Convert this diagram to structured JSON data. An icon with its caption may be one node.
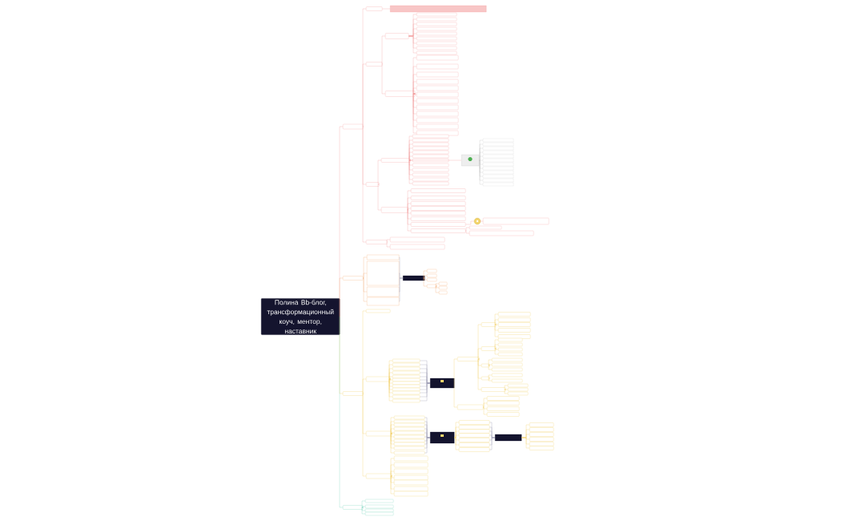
{
  "diagram": {
    "nodes": [
      {
        "text": [
          "Полина Bb-блог, трансформационный коуч, ментор, наставник"
        ]
      },
      {
        "text": [],
        "shape": "box"
      },
      {
        "text": [],
        "shape": "box"
      },
      {
        "text": [],
        "shape": "box"
      },
      {
        "text": [],
        "shape": "box"
      },
      {
        "text": [],
        "shape": "box"
      },
      {
        "text": [],
        "shape": "box"
      },
      {
        "text": [],
        "shape": "box"
      },
      {
        "text": [],
        "shape": "box"
      },
      {
        "text": [],
        "shape": "box"
      },
      {
        "text": [],
        "shape": "box"
      },
      {
        "text": [],
        "shape": "box"
      },
      {
        "text": [],
        "shape": "box"
      },
      {
        "text": [],
        "shape": "box"
      },
      {
        "text": [],
        "shape": "box"
      },
      {
        "text": [],
        "shape": "box"
      },
      {
        "text": [],
        "shape": "box"
      },
      {
        "text": [],
        "shape": "box"
      },
      {
        "text": [],
        "shape": "box"
      },
      {
        "text": [],
        "shape": "box"
      },
      {
        "text": [],
        "shape": "box"
      },
      {
        "text": [],
        "shape": "box"
      },
      {
        "text": [],
        "shape": "box"
      },
      {
        "text": [],
        "shape": "box"
      },
      {
        "text": [],
        "shape": "box"
      },
      {
        "text": [],
        "shape": "box"
      },
      {
        "text": [],
        "shape": "box"
      },
      {
        "text": [],
        "shape": "box"
      },
      {
        "text": [],
        "shape": "box"
      },
      {
        "text": [],
        "shape": "box"
      },
      {
        "text": [],
        "shape": "box"
      },
      {
        "text": [],
        "shape": "box"
      },
      {
        "text": [],
        "shape": "box"
      },
      {
        "text": [],
        "shape": "box"
      },
      {
        "text": [],
        "shape": "box"
      },
      {
        "text": [],
        "shape": "box"
      },
      {
        "text": [],
        "shape": "box"
      },
      {
        "text": [],
        "shape": "box"
      },
      {
        "text": [],
        "shape": "box"
      },
      {
        "text": [],
        "shape": "box"
      },
      {
        "text": [],
        "shape": "box"
      },
      {
        "text": [],
        "shape": "box"
      },
      {
        "text": [],
        "shape": "picture"
      },
      {
        "text": [],
        "shape": "box"
      },
      {
        "text": [],
        "shape": "box"
      },
      {
        "text": [],
        "shape": "box"
      },
      {
        "text": [],
        "shape": "box"
      },
      {
        "text": [],
        "shape": "box"
      },
      {
        "text": [],
        "shape": "box"
      },
      {
        "text": [],
        "shape": "box"
      },
      {
        "text": [],
        "shape": "box"
      },
      {
        "text": [],
        "shape": "box"
      },
      {
        "text": [],
        "shape": "box"
      },
      {
        "text": [],
        "shape": "box"
      },
      {
        "text": [],
        "shape": "box"
      },
      {
        "text": [],
        "shape": "box"
      },
      {
        "text": [],
        "shape": "box"
      },
      {
        "text": [],
        "shape": "box"
      },
      {
        "text": [],
        "shape": "box"
      },
      {
        "text": [],
        "shape": "box"
      },
      {
        "text": [],
        "shape": "box"
      },
      {
        "text": [],
        "shape": "box"
      },
      {
        "text": [],
        "shape": "box"
      },
      {
        "text": [],
        "shape": "box"
      },
      {
        "text": [],
        "shape": "picture"
      },
      {
        "text": [],
        "shape": "box"
      },
      {
        "text": [],
        "shape": "box"
      },
      {
        "text": [],
        "shape": "box"
      },
      {
        "text": [],
        "shape": "box"
      },
      {
        "text": [],
        "shape": "box"
      },
      {
        "text": [],
        "shape": "box"
      },
      {
        "text": [],
        "shape": "box"
      },
      {
        "text": [],
        "shape": "box"
      },
      {
        "text": [],
        "shape": "box"
      },
      {
        "text": [],
        "shape": "box"
      },
      {
        "text": [],
        "shape": "box"
      },
      {
        "text": [],
        "shape": "box"
      },
      {
        "text": [],
        "shape": "box"
      },
      {
        "text": [],
        "shape": "box"
      },
      {
        "text": [],
        "shape": "box"
      },
      {
        "text": [],
        "shape": "box"
      },
      {
        "text": [],
        "shape": "box"
      },
      {
        "text": [],
        "shape": "box"
      },
      {
        "text": [],
        "shape": "box"
      },
      {
        "text": [],
        "shape": "box"
      },
      {
        "text": [],
        "shape": "box"
      },
      {
        "text": [],
        "shape": "box"
      },
      {
        "text": [],
        "shape": "box"
      },
      {
        "text": [],
        "shape": "box"
      },
      {
        "text": [],
        "shape": "box"
      },
      {
        "text": [],
        "shape": "box"
      },
      {
        "text": [],
        "shape": "box"
      },
      {
        "text": [],
        "shape": "box"
      },
      {
        "text": [],
        "shape": "box"
      },
      {
        "text": [],
        "shape": "box"
      },
      {
        "text": [],
        "shape": "box"
      },
      {
        "text": [],
        "shape": "box"
      },
      {
        "text": [],
        "shape": "box"
      },
      {
        "text": [],
        "shape": "box"
      },
      {
        "text": [],
        "shape": "box"
      },
      {
        "text": [],
        "shape": "box"
      },
      {
        "text": [],
        "shape": "box"
      },
      {
        "text": [],
        "shape": "box"
      },
      {
        "text": [],
        "shape": "box"
      },
      {
        "text": [],
        "shape": "box"
      },
      {
        "text": [],
        "shape": "box"
      },
      {
        "text": [],
        "shape": "box"
      },
      {
        "text": [],
        "shape": "box"
      },
      {
        "text": [],
        "shape": "box"
      },
      {
        "text": [],
        "shape": "box"
      },
      {
        "text": [],
        "shape": "box"
      },
      {
        "text": [],
        "shape": "box"
      },
      {
        "text": [],
        "shape": "box"
      },
      {
        "text": [],
        "shape": "box"
      },
      {
        "text": [],
        "shape": "box"
      },
      {
        "text": [],
        "shape": "box"
      },
      {
        "text": [],
        "shape": "box"
      },
      {
        "text": [],
        "shape": "box"
      },
      {
        "text": [],
        "shape": "box"
      },
      {
        "text": [],
        "shape": "box"
      },
      {
        "text": [],
        "shape": "box"
      },
      {
        "text": [],
        "shape": "box"
      },
      {
        "text": [],
        "shape": "box"
      },
      {
        "text": [],
        "shape": "box"
      },
      {
        "text": [],
        "shape": "box"
      },
      {
        "text": [],
        "shape": "box"
      },
      {
        "text": [],
        "shape": "box"
      },
      {
        "text": [],
        "shape": "box"
      },
      {
        "text": [],
        "shape": "box"
      },
      {
        "text": [],
        "shape": "box"
      },
      {
        "text": [],
        "shape": "box"
      },
      {
        "text": [],
        "shape": "box"
      },
      {
        "text": [],
        "shape": "box"
      },
      {
        "text": [],
        "shape": "box"
      },
      {
        "text": [],
        "shape": "box"
      },
      {
        "text": [],
        "shape": "box"
      },
      {
        "text": [],
        "shape": "box"
      },
      {
        "text": [],
        "shape": "box"
      },
      {
        "text": [],
        "shape": "box"
      },
      {
        "text": [],
        "shape": "box"
      },
      {
        "text": [],
        "shape": "box"
      },
      {
        "text": [],
        "shape": "box"
      },
      {
        "text": [],
        "shape": "box"
      },
      {
        "text": [],
        "shape": "box"
      },
      {
        "text": [],
        "shape": "box"
      },
      {
        "text": [],
        "shape": "box"
      },
      {
        "text": [],
        "shape": "box"
      },
      {
        "text": [],
        "shape": "box"
      },
      {
        "text": [],
        "shape": "box"
      },
      {
        "text": [],
        "shape": "box"
      },
      {
        "text": [],
        "shape": "box"
      },
      {
        "text": [],
        "shape": "box"
      },
      {
        "text": [],
        "shape": "box"
      },
      {
        "text": [],
        "shape": "box"
      },
      {
        "text": [],
        "shape": "box"
      },
      {
        "text": [],
        "shape": "box"
      },
      {
        "text": [],
        "shape": "box"
      },
      {
        "text": [],
        "shape": "box"
      },
      {
        "text": [],
        "shape": "box"
      },
      {
        "text": [],
        "shape": "box"
      },
      {
        "text": [],
        "shape": "box"
      },
      {
        "text": [],
        "shape": "box"
      },
      {
        "text": [],
        "shape": "box"
      },
      {
        "text": [],
        "shape": "box"
      },
      {
        "text": [],
        "shape": "box"
      },
      {
        "text": [],
        "shape": "box"
      },
      {
        "text": [],
        "shape": "box"
      }
    ],
    "edges": [
      {
        "from": 0,
        "to": 1,
        "arrow": "none",
        "color": "#f4a3a3"
      },
      {
        "from": 1,
        "to": 2,
        "arrow": "none",
        "color": "#f4a3a3"
      },
      {
        "from": 2,
        "to": 3,
        "arrow": "none",
        "color": "#f4a3a3"
      },
      {
        "from": 1,
        "to": 4,
        "arrow": "none",
        "color": "#f4a3a3"
      },
      {
        "from": 4,
        "to": 5,
        "arrow": "none",
        "color": "#f4a3a3"
      },
      {
        "from": 5,
        "to": 6,
        "arrow": "none",
        "color": "#f4a3a3"
      },
      {
        "from": 5,
        "to": 7,
        "arrow": "none",
        "color": "#f4a3a3"
      },
      {
        "from": 5,
        "to": 8,
        "arrow": "none",
        "color": "#f4a3a3"
      },
      {
        "from": 5,
        "to": 9,
        "arrow": "none",
        "color": "#f4a3a3"
      },
      {
        "from": 5,
        "to": 10,
        "arrow": "none",
        "color": "#f4a3a3"
      },
      {
        "from": 5,
        "to": 11,
        "arrow": "none",
        "color": "#f4a3a3"
      },
      {
        "from": 5,
        "to": 12,
        "arrow": "none",
        "color": "#f4a3a3"
      },
      {
        "from": 5,
        "to": 13,
        "arrow": "none",
        "color": "#f4a3a3"
      },
      {
        "from": 5,
        "to": 14,
        "arrow": "none",
        "color": "#f4a3a3"
      },
      {
        "from": 4,
        "to": 15,
        "arrow": "none",
        "color": "#f4a3a3"
      },
      {
        "from": 15,
        "to": 16,
        "arrow": "none",
        "color": "#f4a3a3"
      },
      {
        "from": 15,
        "to": 17,
        "arrow": "none",
        "color": "#f4a3a3"
      },
      {
        "from": 15,
        "to": 18,
        "arrow": "none",
        "color": "#f4a3a3"
      },
      {
        "from": 15,
        "to": 19,
        "arrow": "none",
        "color": "#f4a3a3"
      },
      {
        "from": 15,
        "to": 20,
        "arrow": "none",
        "color": "#f4a3a3"
      },
      {
        "from": 15,
        "to": 21,
        "arrow": "none",
        "color": "#f4a3a3"
      },
      {
        "from": 15,
        "to": 22,
        "arrow": "none",
        "color": "#f4a3a3"
      },
      {
        "from": 15,
        "to": 23,
        "arrow": "none",
        "color": "#f4a3a3"
      },
      {
        "from": 15,
        "to": 24,
        "arrow": "none",
        "color": "#f4a3a3"
      },
      {
        "from": 15,
        "to": 25,
        "arrow": "none",
        "color": "#f4a3a3"
      },
      {
        "from": 15,
        "to": 26,
        "arrow": "none",
        "color": "#f4a3a3"
      },
      {
        "from": 15,
        "to": 27,
        "arrow": "none",
        "color": "#f4a3a3"
      },
      {
        "from": 1,
        "to": 28,
        "arrow": "none",
        "color": "#f4a3a3"
      },
      {
        "from": 28,
        "to": 29,
        "arrow": "none",
        "color": "#f4a3a3"
      },
      {
        "from": 29,
        "to": 30,
        "arrow": "none",
        "color": "#f4a3a3"
      },
      {
        "from": 29,
        "to": 31,
        "arrow": "none",
        "color": "#f4a3a3"
      },
      {
        "from": 29,
        "to": 32,
        "arrow": "none",
        "color": "#f4a3a3"
      },
      {
        "from": 29,
        "to": 33,
        "arrow": "none",
        "color": "#f4a3a3"
      },
      {
        "from": 29,
        "to": 34,
        "arrow": "none",
        "color": "#f4a3a3"
      },
      {
        "from": 29,
        "to": 35,
        "arrow": "none",
        "color": "#f4a3a3"
      },
      {
        "from": 29,
        "to": 36,
        "arrow": "none",
        "color": "#f4a3a3"
      },
      {
        "from": 29,
        "to": 37,
        "arrow": "none",
        "color": "#f4a3a3"
      },
      {
        "from": 29,
        "to": 38,
        "arrow": "none",
        "color": "#f4a3a3"
      },
      {
        "from": 29,
        "to": 39,
        "arrow": "none",
        "color": "#f4a3a3"
      },
      {
        "from": 29,
        "to": 40,
        "arrow": "none",
        "color": "#f4a3a3"
      },
      {
        "from": 29,
        "to": 41,
        "arrow": "none",
        "color": "#f4a3a3"
      },
      {
        "from": 29,
        "to": 42,
        "arrow": "none",
        "color": "#f4a3a3"
      },
      {
        "from": 42,
        "to": 43,
        "arrow": "none",
        "color": "#c8c8c8"
      },
      {
        "from": 42,
        "to": 44,
        "arrow": "none",
        "color": "#c8c8c8"
      },
      {
        "from": 42,
        "to": 45,
        "arrow": "none",
        "color": "#c8c8c8"
      },
      {
        "from": 42,
        "to": 46,
        "arrow": "none",
        "color": "#c8c8c8"
      },
      {
        "from": 42,
        "to": 47,
        "arrow": "none",
        "color": "#c8c8c8"
      },
      {
        "from": 42,
        "to": 48,
        "arrow": "none",
        "color": "#c8c8c8"
      },
      {
        "from": 42,
        "to": 49,
        "arrow": "none",
        "color": "#c8c8c8"
      },
      {
        "from": 42,
        "to": 50,
        "arrow": "none",
        "color": "#c8c8c8"
      },
      {
        "from": 42,
        "to": 51,
        "arrow": "none",
        "color": "#c8c8c8"
      },
      {
        "from": 42,
        "to": 52,
        "arrow": "none",
        "color": "#c8c8c8"
      },
      {
        "from": 42,
        "to": 53,
        "arrow": "none",
        "color": "#c8c8c8"
      },
      {
        "from": 42,
        "to": 54,
        "arrow": "none",
        "color": "#c8c8c8"
      },
      {
        "from": 28,
        "to": 55,
        "arrow": "none",
        "color": "#f4a3a3"
      },
      {
        "from": 55,
        "to": 56,
        "arrow": "none",
        "color": "#f4a3a3"
      },
      {
        "from": 55,
        "to": 57,
        "arrow": "none",
        "color": "#f4a3a3"
      },
      {
        "from": 55,
        "to": 58,
        "arrow": "none",
        "color": "#f4a3a3"
      },
      {
        "from": 55,
        "to": 59,
        "arrow": "none",
        "color": "#f4a3a3"
      },
      {
        "from": 55,
        "to": 60,
        "arrow": "none",
        "color": "#f4a3a3"
      },
      {
        "from": 55,
        "to": 61,
        "arrow": "none",
        "color": "#f4a3a3"
      },
      {
        "from": 55,
        "to": 62,
        "arrow": "none",
        "color": "#f4a3a3"
      },
      {
        "from": 55,
        "to": 63,
        "arrow": "none",
        "color": "#f4a3a3"
      },
      {
        "from": 62,
        "to": 64,
        "arrow": "none",
        "color": "#f4a3a3"
      },
      {
        "from": 64,
        "to": 65,
        "arrow": "none",
        "color": "#f4a3a3"
      },
      {
        "from": 63,
        "to": 66,
        "arrow": "none",
        "color": "#f4a3a3"
      },
      {
        "from": 63,
        "to": 67,
        "arrow": "none",
        "color": "#f4a3a3"
      },
      {
        "from": 1,
        "to": 68,
        "arrow": "none",
        "color": "#f4a3a3"
      },
      {
        "from": 68,
        "to": 69,
        "arrow": "none",
        "color": "#f4a3a3"
      },
      {
        "from": 68,
        "to": 70,
        "arrow": "none",
        "color": "#f4a3a3"
      },
      {
        "from": 0,
        "to": 71,
        "arrow": "none",
        "color": "#f6b27c"
      },
      {
        "from": 71,
        "to": 72,
        "arrow": "none",
        "color": "#f6b27c"
      },
      {
        "from": 71,
        "to": 73,
        "arrow": "none",
        "color": "#f6b27c"
      },
      {
        "from": 71,
        "to": 74,
        "arrow": "none",
        "color": "#f6b27c"
      },
      {
        "from": 71,
        "to": 75,
        "arrow": "none",
        "color": "#f6b27c"
      },
      {
        "from": 72,
        "to": 76,
        "arrow": "none",
        "color": "#a0a0b8"
      },
      {
        "from": 73,
        "to": 76,
        "arrow": "none",
        "color": "#a0a0b8"
      },
      {
        "from": 74,
        "to": 76,
        "arrow": "none",
        "color": "#a0a0b8"
      },
      {
        "from": 75,
        "to": 76,
        "arrow": "none",
        "color": "#a0a0b8"
      },
      {
        "from": 76,
        "to": 77,
        "arrow": "none",
        "color": "#f6b27c"
      },
      {
        "from": 76,
        "to": 78,
        "arrow": "none",
        "color": "#f6b27c"
      },
      {
        "from": 76,
        "to": 79,
        "arrow": "none",
        "color": "#f6b27c"
      },
      {
        "from": 76,
        "to": 80,
        "arrow": "none",
        "color": "#f6b27c"
      },
      {
        "from": 80,
        "to": 81,
        "arrow": "none",
        "color": "#f6b27c"
      },
      {
        "from": 80,
        "to": 82,
        "arrow": "none",
        "color": "#f6b27c"
      },
      {
        "from": 80,
        "to": 83,
        "arrow": "none",
        "color": "#f6b27c"
      },
      {
        "from": 0,
        "to": 84,
        "arrow": "none",
        "color": "#f2d46b"
      },
      {
        "from": 84,
        "to": 85,
        "arrow": "none",
        "color": "#f2d46b"
      },
      {
        "from": 84,
        "to": 86,
        "arrow": "none",
        "color": "#f2d46b"
      },
      {
        "from": 86,
        "to": 87,
        "arrow": "none",
        "color": "#f2d46b"
      },
      {
        "from": 86,
        "to": 88,
        "arrow": "none",
        "color": "#f2d46b"
      },
      {
        "from": 86,
        "to": 89,
        "arrow": "none",
        "color": "#f2d46b"
      },
      {
        "from": 86,
        "to": 90,
        "arrow": "none",
        "color": "#f2d46b"
      },
      {
        "from": 86,
        "to": 91,
        "arrow": "none",
        "color": "#f2d46b"
      },
      {
        "from": 86,
        "to": 92,
        "arrow": "none",
        "color": "#f2d46b"
      },
      {
        "from": 86,
        "to": 93,
        "arrow": "none",
        "color": "#f2d46b"
      },
      {
        "from": 86,
        "to": 94,
        "arrow": "none",
        "color": "#f2d46b"
      },
      {
        "from": 86,
        "to": 95,
        "arrow": "none",
        "color": "#f2d46b"
      },
      {
        "from": 86,
        "to": 96,
        "arrow": "none",
        "color": "#f2d46b"
      },
      {
        "from": 86,
        "to": 97,
        "arrow": "none",
        "color": "#f2d46b"
      },
      {
        "from": 86,
        "to": 98,
        "arrow": "none",
        "color": "#f2d46b"
      },
      {
        "from": 87,
        "to": 99,
        "arrow": "none",
        "color": "#a0a0b8"
      },
      {
        "from": 88,
        "to": 99,
        "arrow": "none",
        "color": "#a0a0b8"
      },
      {
        "from": 89,
        "to": 99,
        "arrow": "none",
        "color": "#a0a0b8"
      },
      {
        "from": 90,
        "to": 99,
        "arrow": "none",
        "color": "#a0a0b8"
      },
      {
        "from": 91,
        "to": 99,
        "arrow": "none",
        "color": "#a0a0b8"
      },
      {
        "from": 92,
        "to": 99,
        "arrow": "none",
        "color": "#a0a0b8"
      },
      {
        "from": 93,
        "to": 99,
        "arrow": "none",
        "color": "#a0a0b8"
      },
      {
        "from": 94,
        "to": 99,
        "arrow": "none",
        "color": "#a0a0b8"
      },
      {
        "from": 95,
        "to": 99,
        "arrow": "none",
        "color": "#a0a0b8"
      },
      {
        "from": 96,
        "to": 99,
        "arrow": "none",
        "color": "#a0a0b8"
      },
      {
        "from": 97,
        "to": 99,
        "arrow": "none",
        "color": "#a0a0b8"
      },
      {
        "from": 98,
        "to": 99,
        "arrow": "none",
        "color": "#a0a0b8"
      },
      {
        "from": 99,
        "to": 100,
        "arrow": "none",
        "color": "#f2d46b"
      },
      {
        "from": 100,
        "to": 101,
        "arrow": "none",
        "color": "#f2d46b"
      },
      {
        "from": 101,
        "to": 102,
        "arrow": "none",
        "color": "#f2d46b"
      },
      {
        "from": 101,
        "to": 103,
        "arrow": "none",
        "color": "#f2d46b"
      },
      {
        "from": 101,
        "to": 104,
        "arrow": "none",
        "color": "#f2d46b"
      },
      {
        "from": 101,
        "to": 105,
        "arrow": "none",
        "color": "#f2d46b"
      },
      {
        "from": 101,
        "to": 106,
        "arrow": "none",
        "color": "#f2d46b"
      },
      {
        "from": 100,
        "to": 107,
        "arrow": "none",
        "color": "#f2d46b"
      },
      {
        "from": 107,
        "to": 108,
        "arrow": "none",
        "color": "#f2d46b"
      },
      {
        "from": 107,
        "to": 109,
        "arrow": "none",
        "color": "#f2d46b"
      },
      {
        "from": 107,
        "to": 110,
        "arrow": "none",
        "color": "#f2d46b"
      },
      {
        "from": 107,
        "to": 111,
        "arrow": "none",
        "color": "#f2d46b"
      },
      {
        "from": 100,
        "to": 112,
        "arrow": "none",
        "color": "#f2d46b"
      },
      {
        "from": 112,
        "to": 113,
        "arrow": "none",
        "color": "#f2d46b"
      },
      {
        "from": 112,
        "to": 114,
        "arrow": "none",
        "color": "#f2d46b"
      },
      {
        "from": 112,
        "to": 115,
        "arrow": "none",
        "color": "#f2d46b"
      },
      {
        "from": 100,
        "to": 116,
        "arrow": "none",
        "color": "#f2d46b"
      },
      {
        "from": 116,
        "to": 117,
        "arrow": "none",
        "color": "#f2d46b"
      },
      {
        "from": 116,
        "to": 118,
        "arrow": "none",
        "color": "#f2d46b"
      },
      {
        "from": 100,
        "to": 119,
        "arrow": "none",
        "color": "#f2d46b"
      },
      {
        "from": 119,
        "to": 120,
        "arrow": "none",
        "color": "#f2d46b"
      },
      {
        "from": 119,
        "to": 121,
        "arrow": "none",
        "color": "#f2d46b"
      },
      {
        "from": 119,
        "to": 122,
        "arrow": "none",
        "color": "#f2d46b"
      },
      {
        "from": 99,
        "to": 123,
        "arrow": "none",
        "color": "#f2d46b"
      },
      {
        "from": 123,
        "to": 124,
        "arrow": "none",
        "color": "#f2d46b"
      },
      {
        "from": 123,
        "to": 125,
        "arrow": "none",
        "color": "#f2d46b"
      },
      {
        "from": 123,
        "to": 126,
        "arrow": "none",
        "color": "#f2d46b"
      },
      {
        "from": 123,
        "to": 127,
        "arrow": "none",
        "color": "#f2d46b"
      },
      {
        "from": 84,
        "to": 128,
        "arrow": "none",
        "color": "#f2d46b"
      },
      {
        "from": 128,
        "to": 129,
        "arrow": "none",
        "color": "#f2d46b"
      },
      {
        "from": 128,
        "to": 130,
        "arrow": "none",
        "color": "#f2d46b"
      },
      {
        "from": 128,
        "to": 131,
        "arrow": "none",
        "color": "#f2d46b"
      },
      {
        "from": 128,
        "to": 132,
        "arrow": "none",
        "color": "#f2d46b"
      },
      {
        "from": 128,
        "to": 133,
        "arrow": "none",
        "color": "#f2d46b"
      },
      {
        "from": 128,
        "to": 134,
        "arrow": "none",
        "color": "#f2d46b"
      },
      {
        "from": 128,
        "to": 135,
        "arrow": "none",
        "color": "#f2d46b"
      },
      {
        "from": 128,
        "to": 136,
        "arrow": "none",
        "color": "#f2d46b"
      },
      {
        "from": 128,
        "to": 137,
        "arrow": "none",
        "color": "#f2d46b"
      },
      {
        "from": 128,
        "to": 138,
        "arrow": "none",
        "color": "#f2d46b"
      },
      {
        "from": 129,
        "to": 139,
        "arrow": "none",
        "color": "#a0a0b8"
      },
      {
        "from": 130,
        "to": 139,
        "arrow": "none",
        "color": "#a0a0b8"
      },
      {
        "from": 131,
        "to": 139,
        "arrow": "none",
        "color": "#a0a0b8"
      },
      {
        "from": 132,
        "to": 139,
        "arrow": "none",
        "color": "#a0a0b8"
      },
      {
        "from": 133,
        "to": 139,
        "arrow": "none",
        "color": "#a0a0b8"
      },
      {
        "from": 134,
        "to": 139,
        "arrow": "none",
        "color": "#a0a0b8"
      },
      {
        "from": 135,
        "to": 139,
        "arrow": "none",
        "color": "#a0a0b8"
      },
      {
        "from": 136,
        "to": 139,
        "arrow": "none",
        "color": "#a0a0b8"
      },
      {
        "from": 137,
        "to": 139,
        "arrow": "none",
        "color": "#a0a0b8"
      },
      {
        "from": 138,
        "to": 139,
        "arrow": "none",
        "color": "#a0a0b8"
      },
      {
        "from": 139,
        "to": 140,
        "arrow": "none",
        "color": "#f2d46b"
      },
      {
        "from": 139,
        "to": 141,
        "arrow": "none",
        "color": "#f2d46b"
      },
      {
        "from": 139,
        "to": 142,
        "arrow": "none",
        "color": "#f2d46b"
      },
      {
        "from": 139,
        "to": 143,
        "arrow": "none",
        "color": "#f2d46b"
      },
      {
        "from": 139,
        "to": 144,
        "arrow": "none",
        "color": "#f2d46b"
      },
      {
        "from": 139,
        "to": 145,
        "arrow": "none",
        "color": "#f2d46b"
      },
      {
        "from": 139,
        "to": 146,
        "arrow": "none",
        "color": "#f2d46b"
      },
      {
        "from": 140,
        "to": 147,
        "arrow": "none",
        "color": "#a0a0b8"
      },
      {
        "from": 141,
        "to": 147,
        "arrow": "none",
        "color": "#a0a0b8"
      },
      {
        "from": 142,
        "to": 147,
        "arrow": "none",
        "color": "#a0a0b8"
      },
      {
        "from": 143,
        "to": 147,
        "arrow": "none",
        "color": "#a0a0b8"
      },
      {
        "from": 144,
        "to": 147,
        "arrow": "none",
        "color": "#a0a0b8"
      },
      {
        "from": 145,
        "to": 147,
        "arrow": "none",
        "color": "#a0a0b8"
      },
      {
        "from": 146,
        "to": 147,
        "arrow": "none",
        "color": "#a0a0b8"
      },
      {
        "from": 147,
        "to": 148,
        "arrow": "none",
        "color": "#f2d46b"
      },
      {
        "from": 147,
        "to": 149,
        "arrow": "none",
        "color": "#f2d46b"
      },
      {
        "from": 147,
        "to": 150,
        "arrow": "none",
        "color": "#f2d46b"
      },
      {
        "from": 147,
        "to": 151,
        "arrow": "none",
        "color": "#f2d46b"
      },
      {
        "from": 147,
        "to": 152,
        "arrow": "none",
        "color": "#f2d46b"
      },
      {
        "from": 147,
        "to": 153,
        "arrow": "none",
        "color": "#f2d46b"
      },
      {
        "from": 84,
        "to": 154,
        "arrow": "none",
        "color": "#f2d46b"
      },
      {
        "from": 154,
        "to": 155,
        "arrow": "none",
        "color": "#f2d46b"
      },
      {
        "from": 154,
        "to": 156,
        "arrow": "none",
        "color": "#f2d46b"
      },
      {
        "from": 154,
        "to": 157,
        "arrow": "none",
        "color": "#f2d46b"
      },
      {
        "from": 154,
        "to": 158,
        "arrow": "none",
        "color": "#f2d46b"
      },
      {
        "from": 154,
        "to": 159,
        "arrow": "none",
        "color": "#f2d46b"
      },
      {
        "from": 154,
        "to": 160,
        "arrow": "none",
        "color": "#f2d46b"
      },
      {
        "from": 154,
        "to": 161,
        "arrow": "none",
        "color": "#f2d46b"
      },
      {
        "from": 0,
        "to": 162,
        "arrow": "none",
        "color": "#7fd6bf"
      },
      {
        "from": 162,
        "to": 163,
        "arrow": "none",
        "color": "#7fd6bf"
      },
      {
        "from": 162,
        "to": 164,
        "arrow": "none",
        "color": "#7fd6bf"
      },
      {
        "from": 162,
        "to": 165,
        "arrow": "none",
        "color": "#7fd6bf"
      },
      {
        "from": 162,
        "to": 166,
        "arrow": "none",
        "color": "#7fd6bf"
      }
    ]
  }
}
